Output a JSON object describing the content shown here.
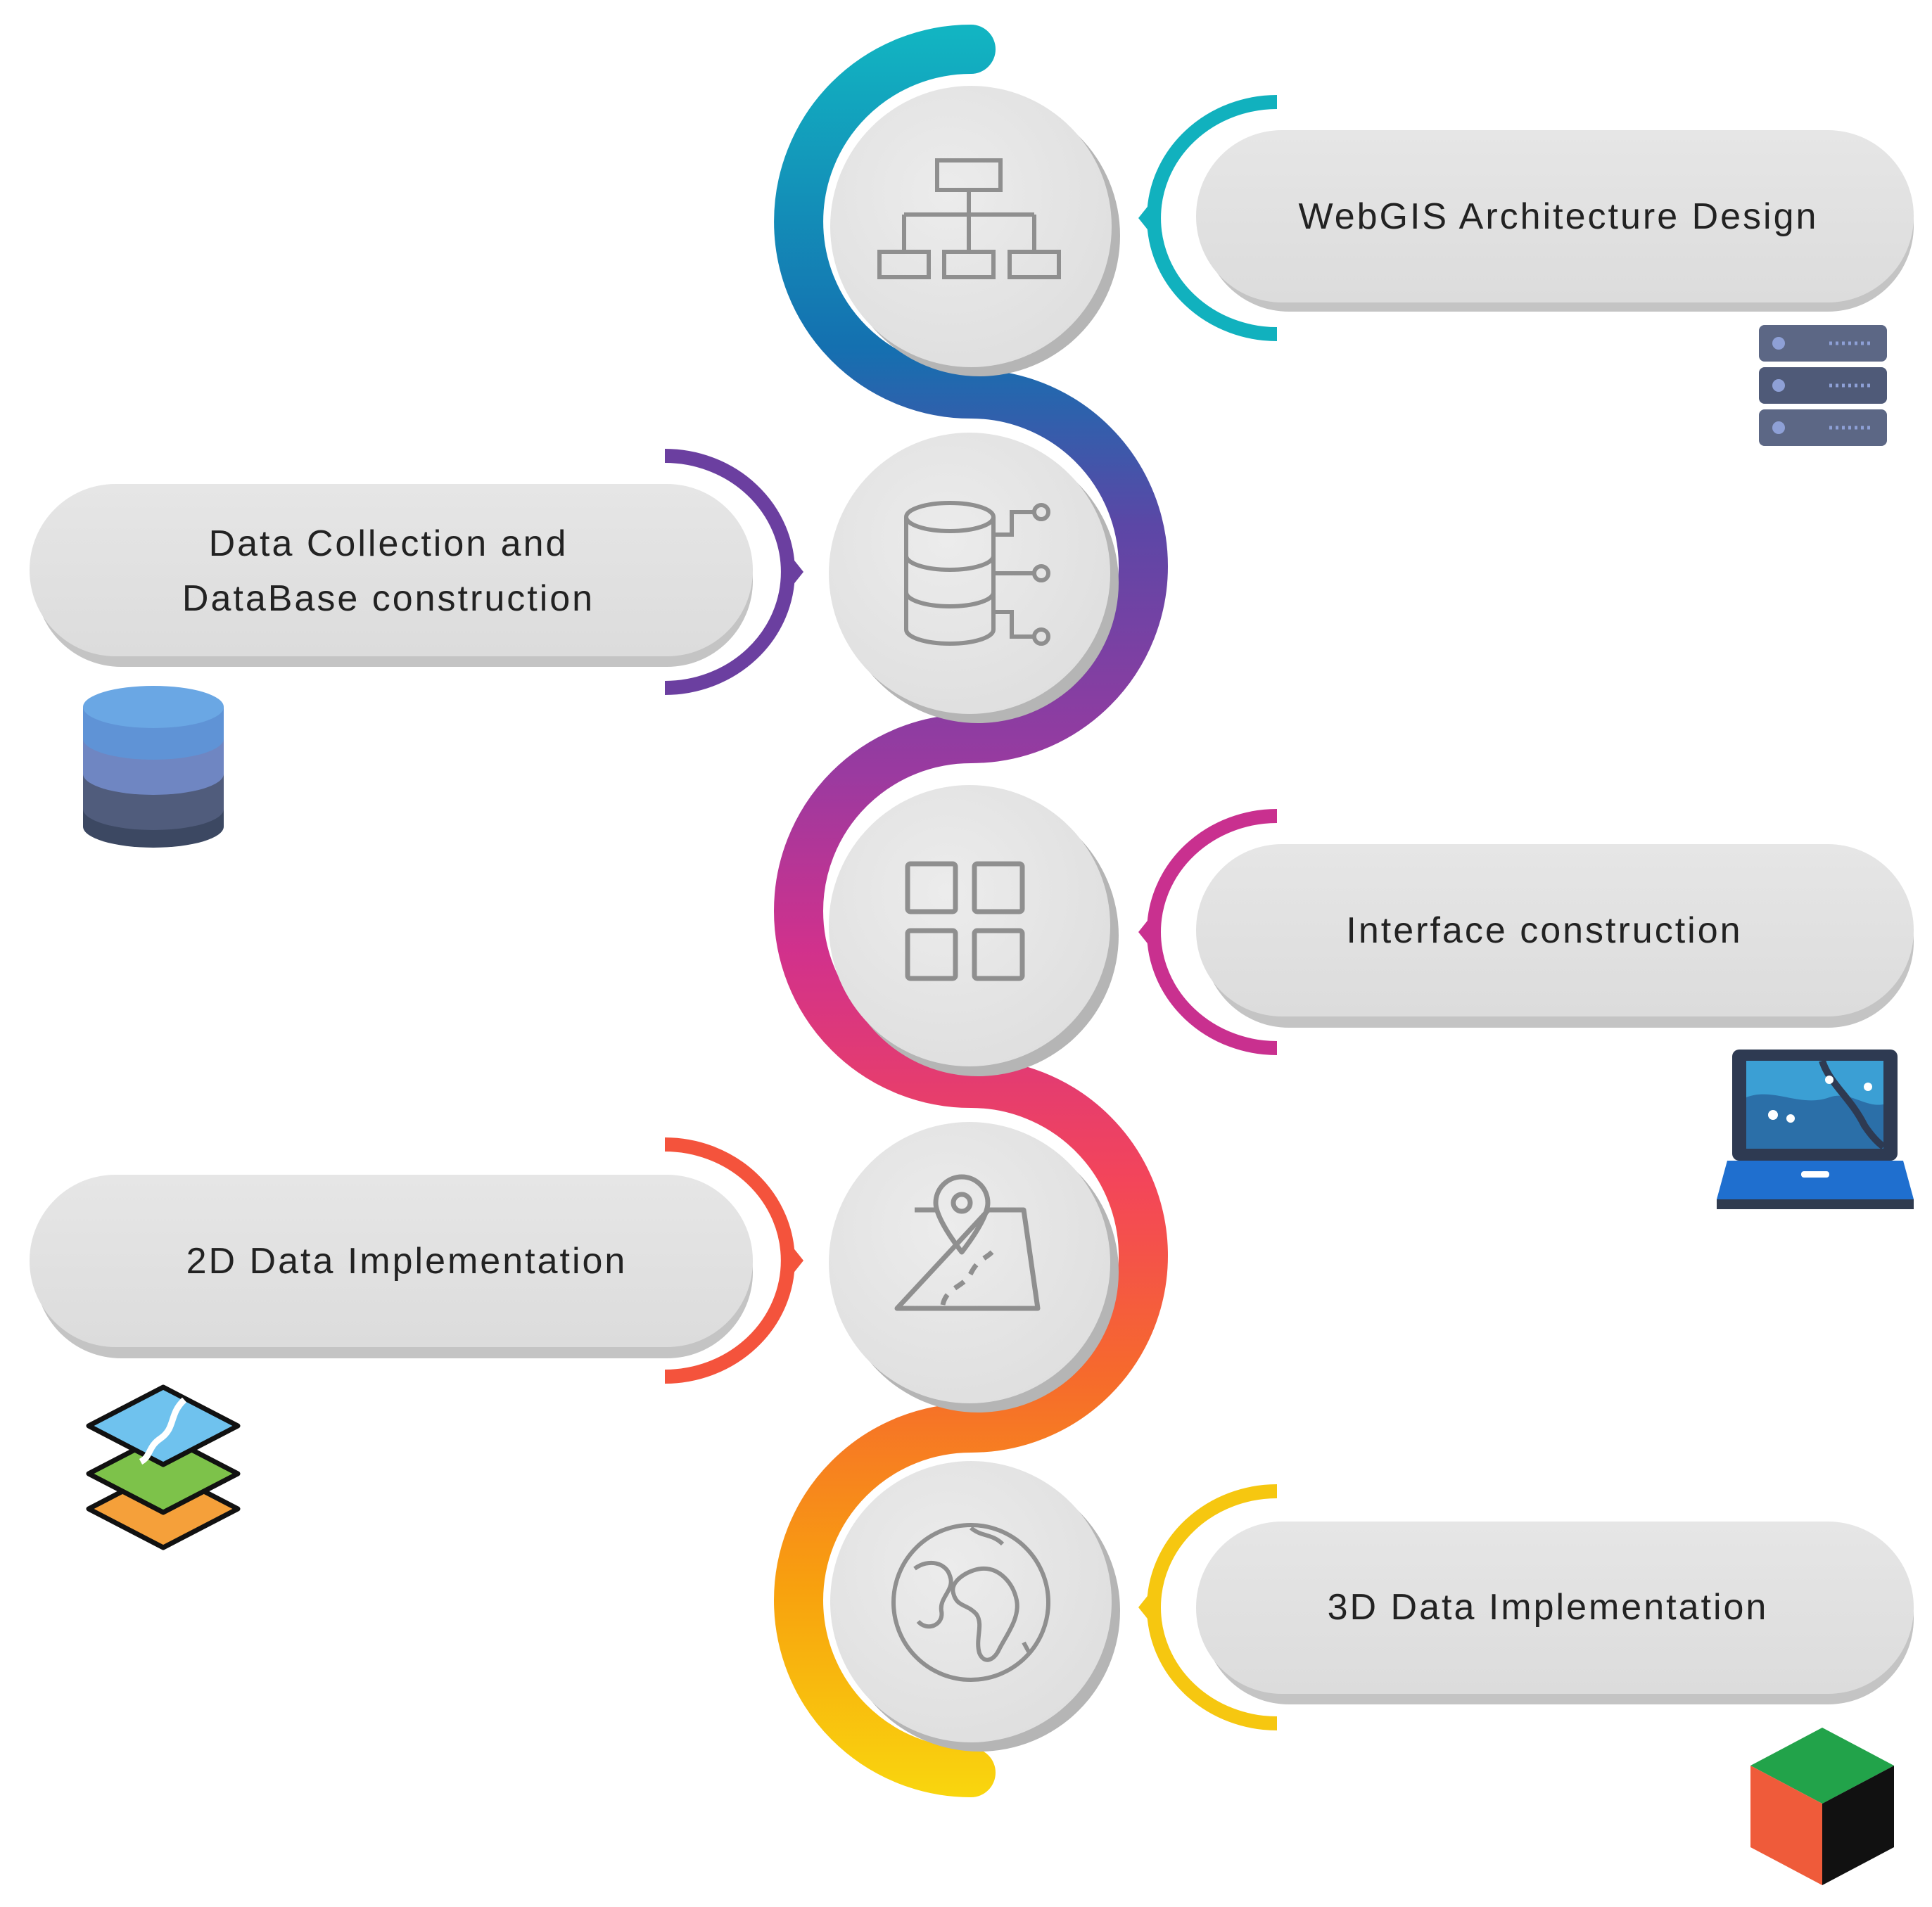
{
  "steps": [
    {
      "label": "WebGIS Architecture Design",
      "icon": "sitemap-icon",
      "side_icon": "server-stack-icon",
      "color": "#11b1be"
    },
    {
      "label_lines": [
        "Data Collection and",
        "DataBase construction"
      ],
      "icon": "database-network-icon",
      "side_icon": "database-icon",
      "color": "#6b3fa0"
    },
    {
      "label": "Interface construction",
      "icon": "grid-apps-icon",
      "side_icon": "laptop-map-icon",
      "color": "#c9308f"
    },
    {
      "label": "2D Data Implementation",
      "icon": "map-pin-icon",
      "side_icon": "map-layers-icon",
      "color": "#f4533c"
    },
    {
      "label": "3D Data Implementation",
      "icon": "globe-icon",
      "side_icon": "cube-icon",
      "color": "#f6c710"
    }
  ],
  "colors": {
    "pill": "#e3e3e3",
    "circle": "#e6e6e6",
    "icon_stroke": "#8f8f8f",
    "text": "#222222"
  }
}
